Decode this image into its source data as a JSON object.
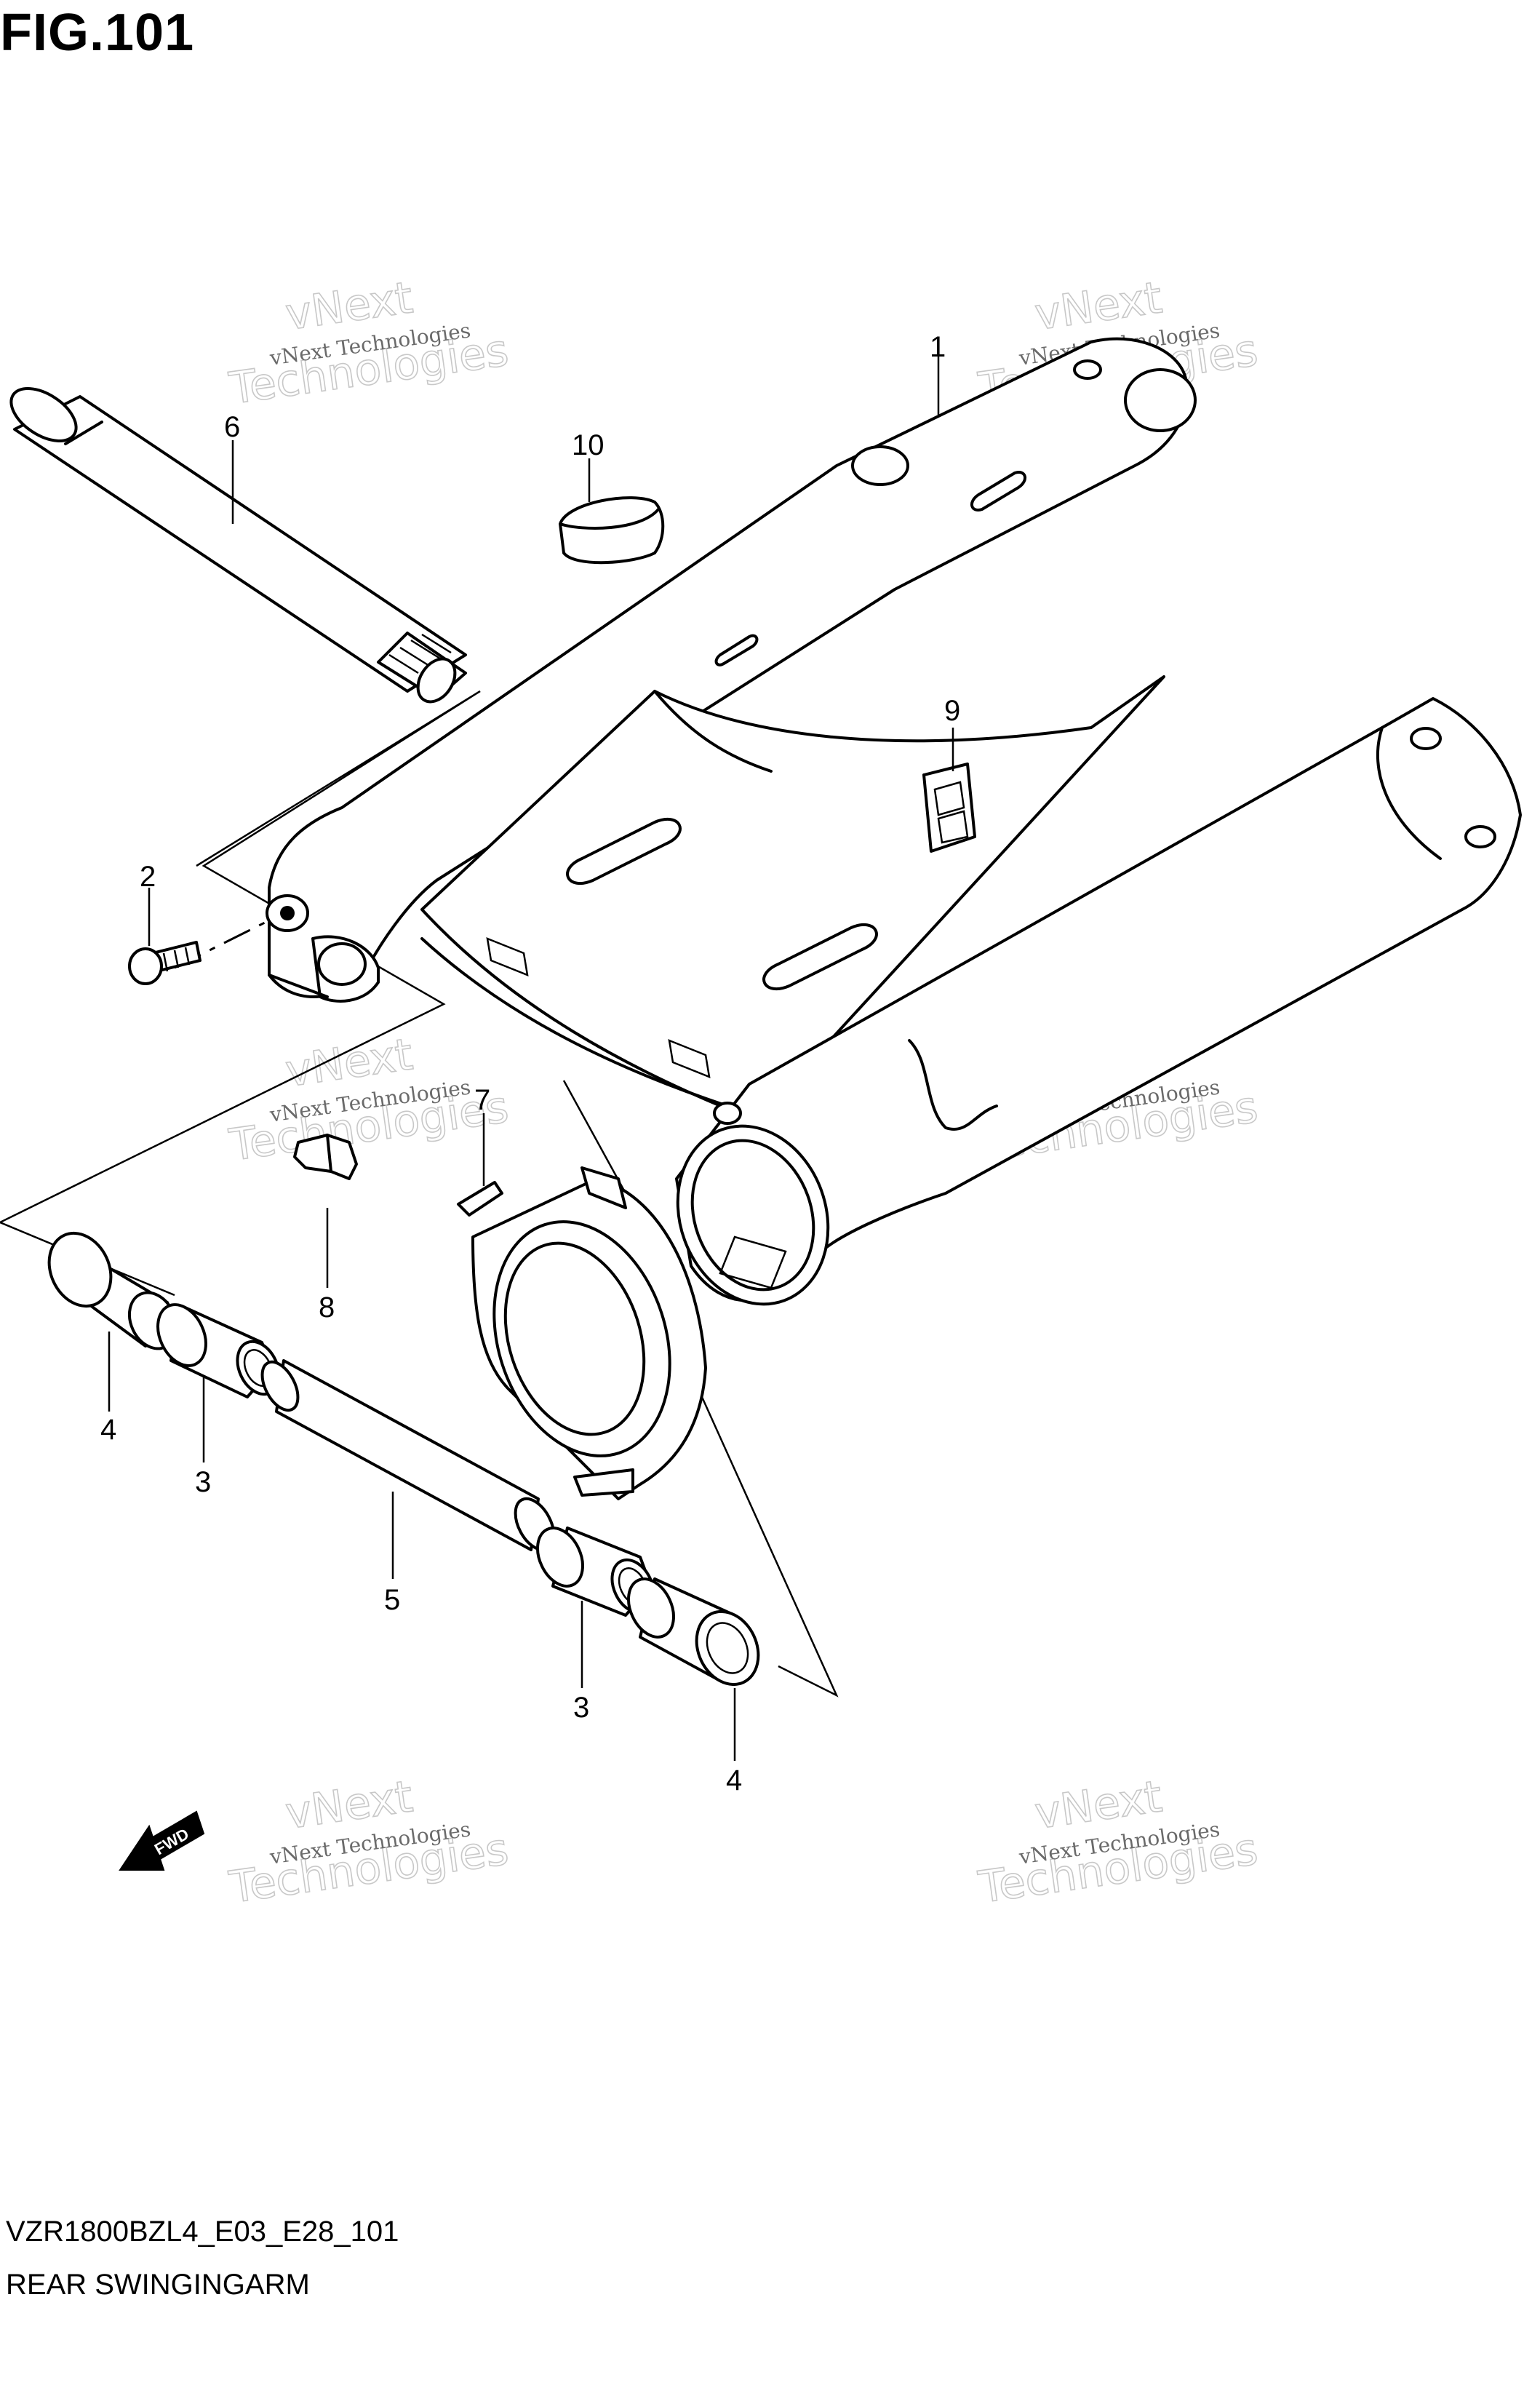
{
  "figure": {
    "title": "FIG.101",
    "code": "VZR1800BZL4_E03_E28_101",
    "name": "REAR SWINGINGARM"
  },
  "callouts": [
    {
      "id": "c1",
      "label": "1"
    },
    {
      "id": "c2",
      "label": "2"
    },
    {
      "id": "c3a",
      "label": "3"
    },
    {
      "id": "c3b",
      "label": "3"
    },
    {
      "id": "c4a",
      "label": "4"
    },
    {
      "id": "c4b",
      "label": "4"
    },
    {
      "id": "c5",
      "label": "5"
    },
    {
      "id": "c6",
      "label": "6"
    },
    {
      "id": "c7",
      "label": "7"
    },
    {
      "id": "c8",
      "label": "8"
    },
    {
      "id": "c9",
      "label": "9"
    },
    {
      "id": "c10",
      "label": "10"
    }
  ],
  "watermark": {
    "line_small": "vNext Technologies",
    "line_big_1": "vNext",
    "line_big_2": "Technologies"
  },
  "fwd_label": "FWD"
}
